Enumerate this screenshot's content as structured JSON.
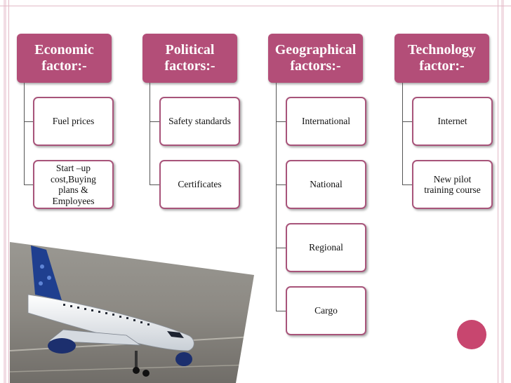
{
  "columns": [
    {
      "header": "Economic\nfactor:-",
      "items": [
        "Fuel prices",
        "Start –up\ncost,Buying\nplans &\nEmployees"
      ]
    },
    {
      "header": "Political\nfactors:-",
      "items": [
        "Safety standards",
        "Certificates"
      ]
    },
    {
      "header": "Geographical\nfactors:-",
      "items": [
        "International",
        "National",
        "Regional",
        "Cargo"
      ]
    },
    {
      "header": "Technology\nfactor:-",
      "items": [
        "Internet",
        "New pilot\ntraining course"
      ]
    }
  ],
  "photo": {
    "subject": "airplane-on-tarmac",
    "colors": {
      "fuselage": "#f4f6f8",
      "tail": "#1f3f8f",
      "tarmac": "#8d8a84",
      "engine": "#1c2f6e"
    }
  },
  "theme": {
    "header_bg": "#b34e78",
    "box_border": "#a8547a",
    "accent_circle": "#c8466f"
  }
}
